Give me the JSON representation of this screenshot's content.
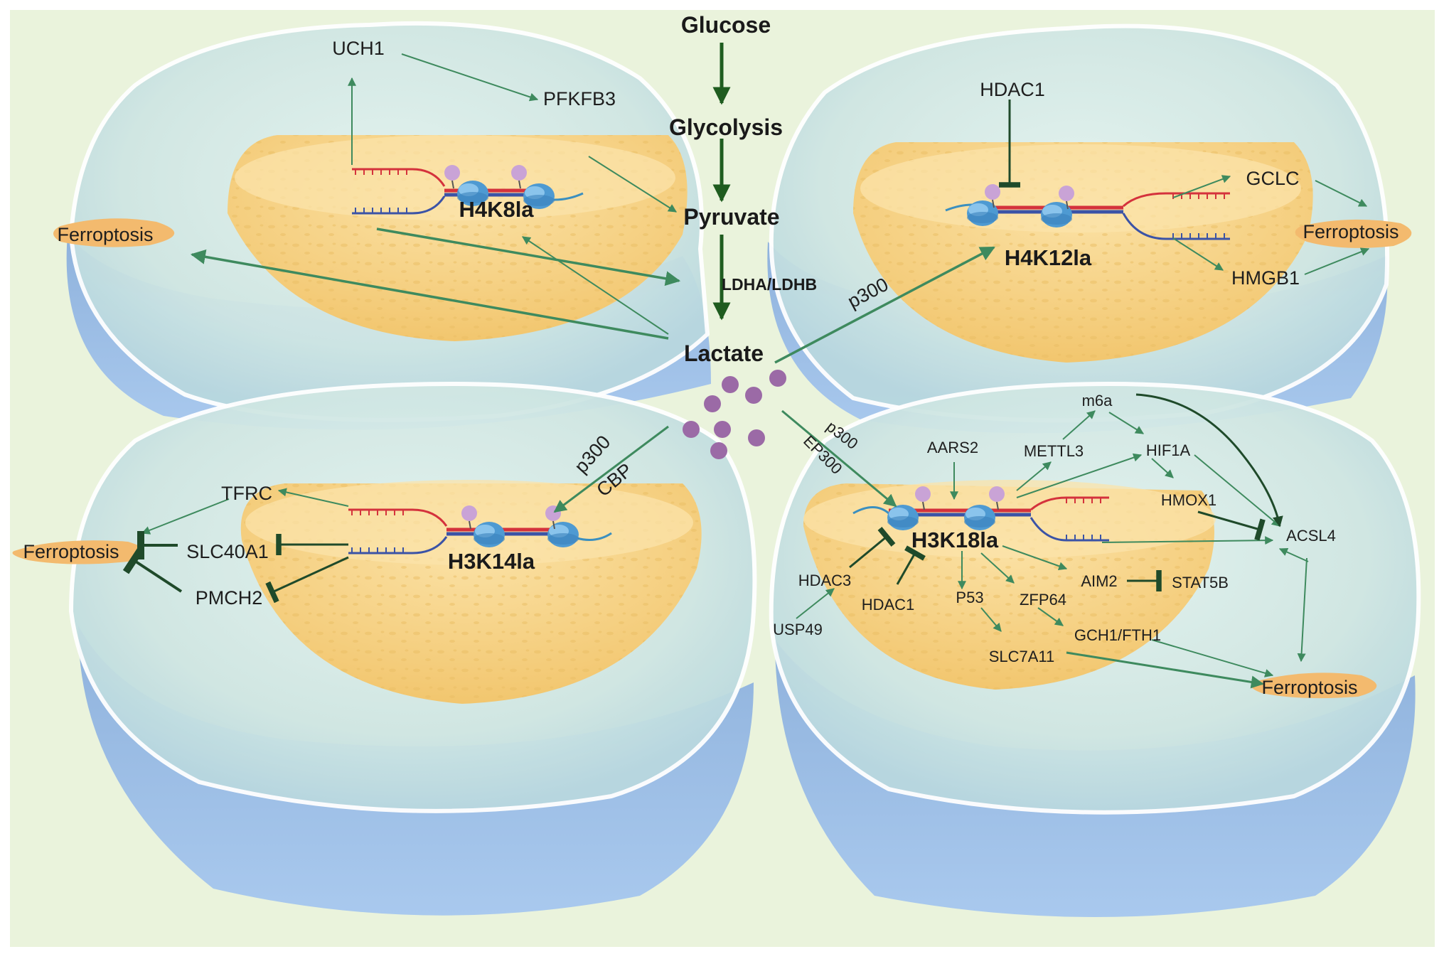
{
  "pathway": {
    "glucose": "Glucose",
    "glycolysis": "Glycolysis",
    "pyruvate": "Pyruvate",
    "enzyme": "LDHA/LDHB",
    "lactate": "Lactate"
  },
  "cells": {
    "top_left": {
      "mark": "H4K8la",
      "uch1": "UCH1",
      "pfkfb3": "PFKFB3",
      "ferroptosis": "Ferroptosis"
    },
    "top_right": {
      "mark": "H4K12la",
      "hdac1": "HDAC1",
      "gclc": "GCLC",
      "hmgb1": "HMGB1",
      "ferroptosis": "Ferroptosis",
      "writer": "p300"
    },
    "bottom_left": {
      "mark": "H3K14la",
      "tfrc": "TFRC",
      "slc40a1": "SLC40A1",
      "pmch2": "PMCH2",
      "ferroptosis": "Ferroptosis",
      "writer1": "p300",
      "writer2": "CBP"
    },
    "bottom_right": {
      "mark": "H3K18la",
      "writer1": "p300",
      "writer2": "EP300",
      "aars2": "AARS2",
      "mettl3": "METTL3",
      "m6a": "m6a",
      "hif1a": "HIF1A",
      "hmox1": "HMOX1",
      "acsl4": "ACSL4",
      "aim2": "AIM2",
      "stat5b": "STAT5B",
      "hdac3": "HDAC3",
      "hdac1": "HDAC1",
      "usp49": "USP49",
      "p53": "P53",
      "zfp64": "ZFP64",
      "gch1_fth1": "GCH1/FTH1",
      "slc7a11": "SLC7A11",
      "ferroptosis": "Ferroptosis"
    }
  },
  "colors": {
    "background": "#eaf3dc",
    "arrow_green": "#3e8a5e",
    "pathway_arrow": "#1f5c1f",
    "inhibit": "#1f4a2a",
    "nucleus": "#f6d382",
    "cell_blue": "#a8c8ea",
    "lactate_dot": "#9b6aa6"
  }
}
